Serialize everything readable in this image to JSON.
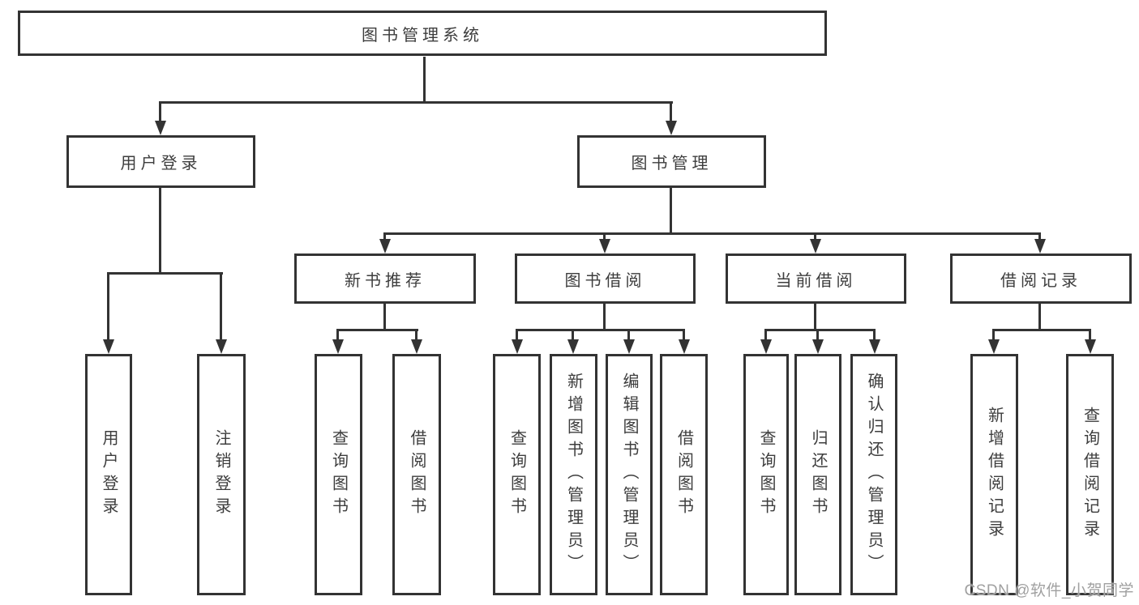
{
  "diagram": {
    "type": "hierarchy-tree",
    "root": {
      "label": "图书管理系统"
    },
    "level2": [
      {
        "id": "user-login",
        "label": "用户登录",
        "parent": "图书管理系统"
      },
      {
        "id": "book-management",
        "label": "图书管理",
        "parent": "图书管理系统"
      }
    ],
    "level3": [
      {
        "id": "new-book-recommendation",
        "label": "新书推荐",
        "parent": "图书管理"
      },
      {
        "id": "book-borrowing",
        "label": "图书借阅",
        "parent": "图书管理"
      },
      {
        "id": "current-borrowing",
        "label": "当前借阅",
        "parent": "图书管理"
      },
      {
        "id": "borrowing-records",
        "label": "借阅记录",
        "parent": "图书管理"
      }
    ],
    "leaves": [
      {
        "id": "leaf-user-login",
        "label": "用户登录",
        "parent": "用户登录"
      },
      {
        "id": "leaf-logout",
        "label": "注销登录",
        "parent": "用户登录"
      },
      {
        "id": "leaf-query-books-1",
        "label": "查询图书",
        "parent": "新书推荐"
      },
      {
        "id": "leaf-borrow-books-1",
        "label": "借阅图书",
        "parent": "新书推荐"
      },
      {
        "id": "leaf-query-books-2",
        "label": "查询图书",
        "parent": "图书借阅"
      },
      {
        "id": "leaf-add-book-admin",
        "label": "新增图书（管理员）",
        "parent": "图书借阅"
      },
      {
        "id": "leaf-edit-book-admin",
        "label": "编辑图书（管理员）",
        "parent": "图书借阅"
      },
      {
        "id": "leaf-borrow-books-2",
        "label": "借阅图书",
        "parent": "图书借阅"
      },
      {
        "id": "leaf-query-books-3",
        "label": "查询图书",
        "parent": "当前借阅"
      },
      {
        "id": "leaf-return-books",
        "label": "归还图书",
        "parent": "当前借阅"
      },
      {
        "id": "leaf-confirm-return-admin",
        "label": "确认归还（管理员）",
        "parent": "当前借阅"
      },
      {
        "id": "leaf-add-borrow-record",
        "label": "新增借阅记录",
        "parent": "借阅记录"
      },
      {
        "id": "leaf-query-borrow-record",
        "label": "查询借阅记录",
        "parent": "借阅记录"
      }
    ]
  },
  "watermark": {
    "text": "CSDN @软件_小贺同学"
  },
  "colors": {
    "line": "#333333",
    "text": "#3d3d3d",
    "background": "#ffffff",
    "watermark": "#a0a0a0"
  }
}
